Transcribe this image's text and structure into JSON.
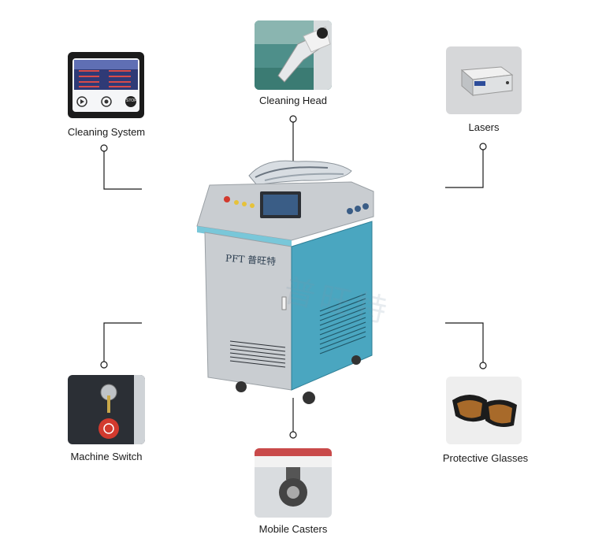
{
  "components": {
    "cleaning_head": "Cleaning Head",
    "cleaning_system": "Cleaning System",
    "lasers": "Lasers",
    "machine_switch": "Machine Switch",
    "protective_glasses": "Protective Glasses",
    "mobile_casters": "Mobile Casters"
  },
  "machine": {
    "brand_text": "PFT 普旺特",
    "watermark": "普旺特"
  },
  "panel": {
    "stop_label": "STOP"
  },
  "colors": {
    "teal_panel": "#4aa6c0",
    "teal_light": "#79c7d9",
    "steel": "#c9cdd1",
    "line": "#1a1a1a"
  }
}
